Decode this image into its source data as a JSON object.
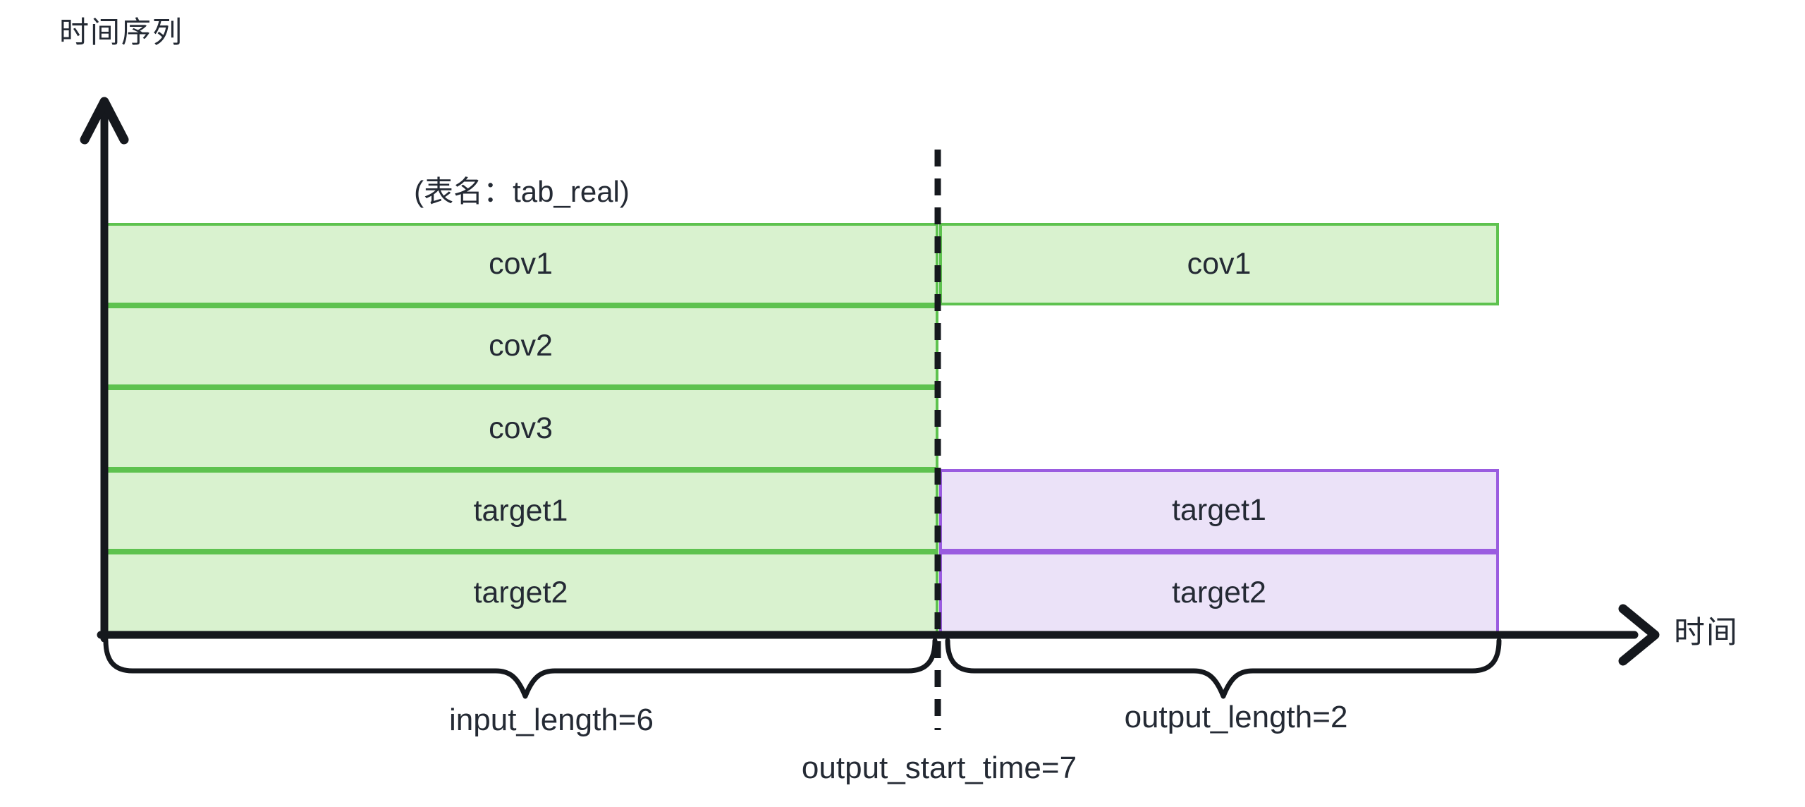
{
  "title": "时间序列",
  "table_label": "(表名：tab_real)",
  "x_axis_label": "时间",
  "bars": {
    "input": [
      "cov1",
      "cov2",
      "cov3",
      "target1",
      "target2"
    ],
    "output_cov": "cov1",
    "output_targets": [
      "target1",
      "target2"
    ]
  },
  "annotations": {
    "input_length": "input_length=6",
    "output_length": "output_length=2",
    "output_start_time": "output_start_time=7"
  },
  "colors": {
    "green-fill": "#d9f2cf",
    "green-border": "#5ec24f",
    "purple-fill": "#ebe2f8",
    "purple-border": "#9a5ce0",
    "ink": "#15181d",
    "text": "#242a34"
  }
}
